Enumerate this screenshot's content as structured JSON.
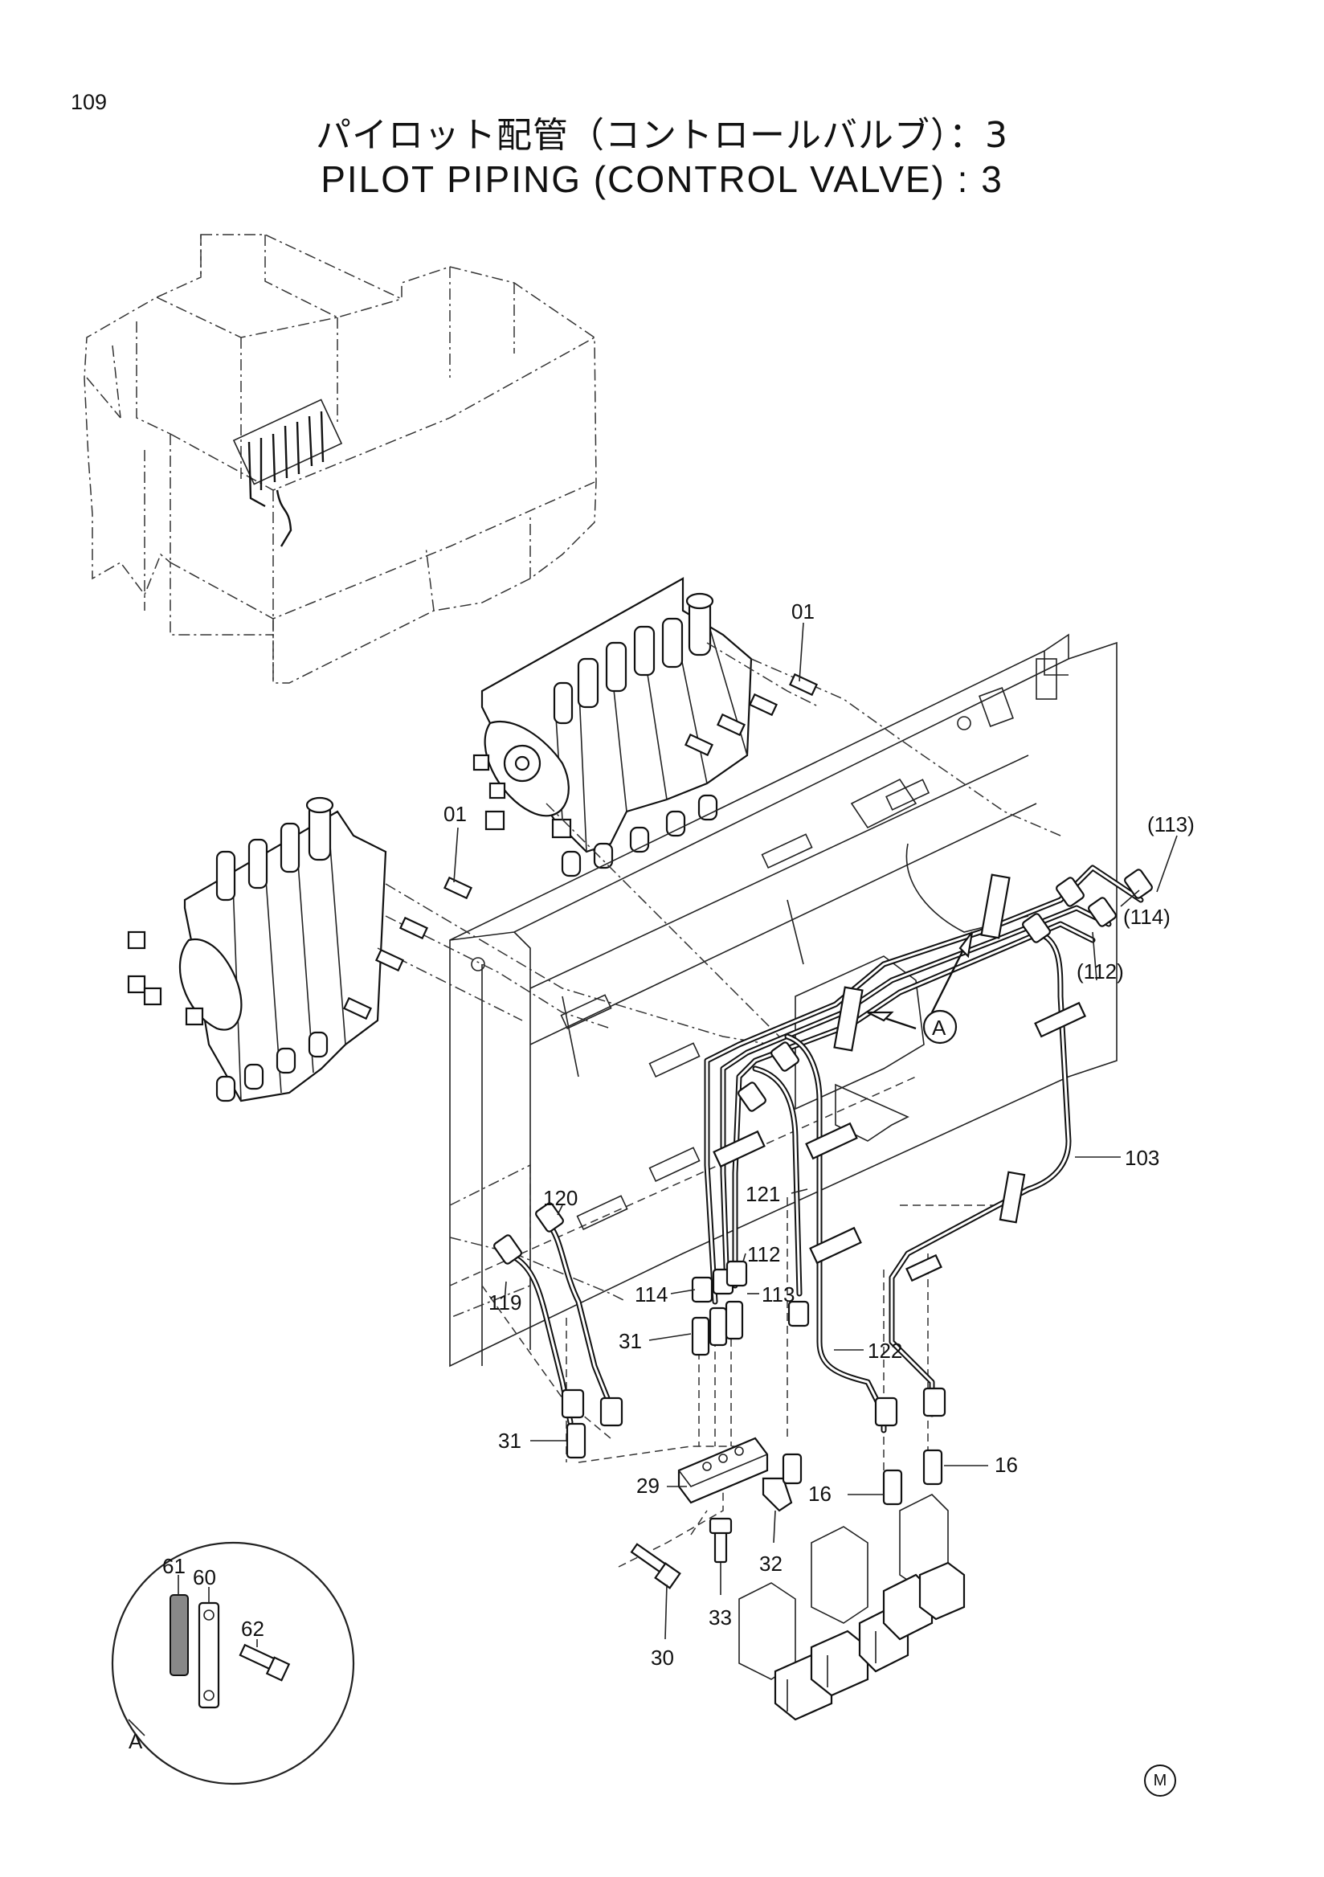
{
  "page_number": "109",
  "title_jp": "パイロット配管（コントロールバルブ）：3",
  "title_en": "PILOT PIPING (CONTROL VALVE) : 3",
  "view_marker": "A",
  "corner_mark": "M",
  "labels": {
    "p01a": "01",
    "p01b": "01",
    "p113r": "(113)",
    "p114r": "(114)",
    "p112r": "(112)",
    "p103": "103",
    "p120": "120",
    "p121": "121",
    "p112": "112",
    "p114": "114",
    "p113": "113",
    "p119": "119",
    "p31a": "31",
    "p122": "122",
    "p31b": "31",
    "p29": "29",
    "p16a": "16",
    "p16b": "16",
    "p32": "32",
    "p33": "33",
    "p30": "30",
    "p61": "61",
    "p60": "60",
    "p62": "62",
    "detailA": "A"
  }
}
